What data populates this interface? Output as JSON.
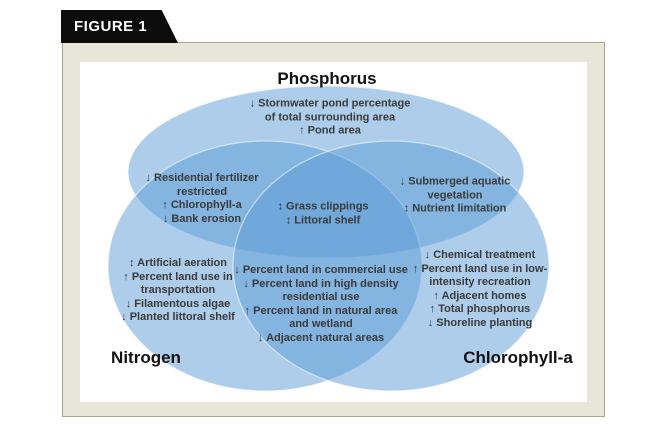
{
  "figure": {
    "label": "FIGURE 1"
  },
  "diagram": {
    "type": "venn",
    "colors": {
      "circle_fill": "#5b9bd5",
      "circle_fill_rgba": "rgba(91,155,213,0.5)",
      "frame_beige": "#e8e6d9",
      "frame_border": "#a9a68c",
      "banner_bg": "#0c0c0c",
      "banner_text": "#ffffff",
      "region_text": "#3a3a3a"
    },
    "labels": {
      "top": "Phosphorus",
      "left": "Nitrogen",
      "right": "Chlorophyll-a"
    },
    "regions": {
      "phosphorus_only": {
        "lines": [
          "↓ Stormwater pond percentage",
          "of total surrounding area",
          "↑ Pond area"
        ]
      },
      "phosphorus_nitrogen": {
        "lines": [
          "↓ Residential fertilizer",
          "restricted",
          "↑ Chlorophyll-a",
          "↓ Bank erosion"
        ]
      },
      "phosphorus_chlorophyll": {
        "lines": [
          "↓ Submerged aquatic",
          "vegetation",
          "↕ Nutrient limitation"
        ]
      },
      "center_all_three": {
        "lines": [
          "↕ Grass clippings",
          "↕ Littoral shelf"
        ]
      },
      "nitrogen_only": {
        "lines": [
          "↕ Artificial aeration",
          "↑ Percent land use in",
          "transportation",
          "↓ Filamentous algae",
          "↓ Planted littoral shelf"
        ]
      },
      "nitrogen_chlorophyll": {
        "lines": [
          "↓ Percent land in commercial use",
          "↓ Percent land in high density",
          "residential use",
          "↑ Percent land in natural area",
          "and wetland",
          "↓ Adjacent natural areas"
        ]
      },
      "chlorophyll_only": {
        "lines": [
          "↓ Chemical treatment",
          "↑ Percent land use in low-",
          "intensity recreation",
          "↑ Adjacent homes",
          "↑ Total phosphorus",
          "↓ Shoreline planting"
        ]
      }
    }
  }
}
